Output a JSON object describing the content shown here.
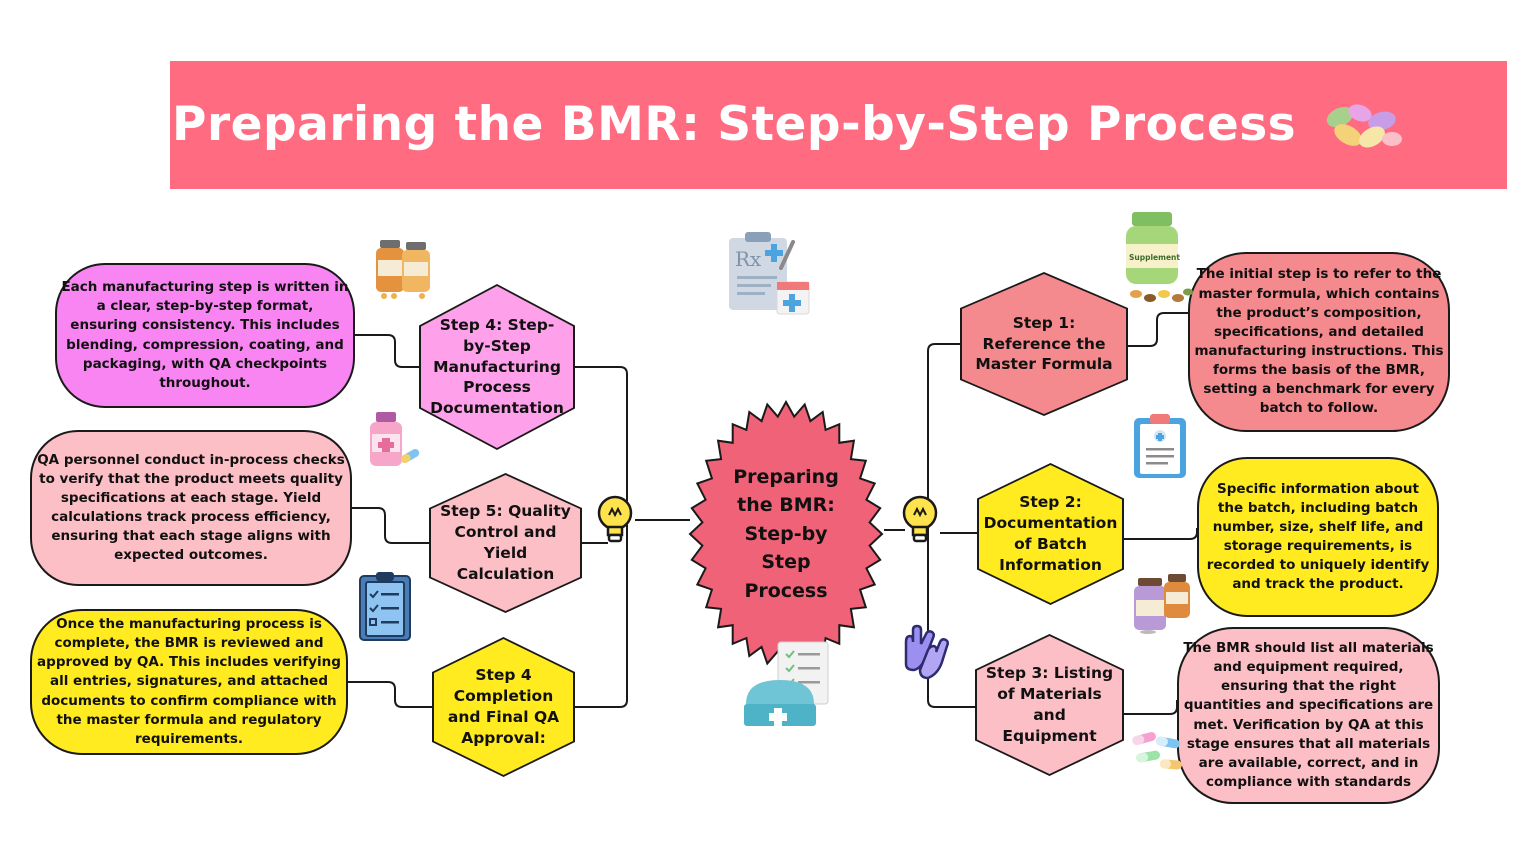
{
  "title": "Preparing the BMR: Step-by-Step Process",
  "center": "Preparing the BMR: Step-by Step Process",
  "steps": {
    "s1": {
      "label": "Step 1: Reference the Master Formula",
      "desc": "The initial step is to refer to the master formula, which contains the product’s composition, specifications, and detailed manufacturing instructions. This forms the basis of the BMR, setting a benchmark for every batch to follow."
    },
    "s2": {
      "label": "Step 2: Documentation of Batch Information",
      "desc": "Specific information about the batch, including batch number, size, shelf life, and storage requirements, is recorded to uniquely identify and track the product."
    },
    "s3": {
      "label": "Step 3: Listing of Materials and Equipment",
      "desc": "The BMR should list all materials and equipment required, ensuring that the right quantities and specifications are met. Verification by QA at this stage ensures that all materials are available, correct, and in compliance with standards"
    },
    "s4": {
      "label": "Step 4: Step-by-Step Manufacturing Process Documentation",
      "desc": "Each manufacturing step is written in a clear, step-by-step format, ensuring consistency. This includes blending, compression, coating, and packaging, with QA checkpoints throughout."
    },
    "s5": {
      "label": "Step 5: Quality Control and Yield Calculation",
      "desc": "QA personnel conduct in-process checks to verify that the product meets quality specifications at each stage. Yield calculations track process efficiency, ensuring that each stage aligns with expected outcomes."
    },
    "s6": {
      "label": "Step 4 Completion and Final QA Approval:",
      "desc": "Once the manufacturing process is complete, the BMR is reviewed and approved by QA. This includes verifying all entries, signatures, and attached documents to confirm compliance with the master formula and regulatory requirements."
    }
  },
  "supplement_label": "Supplement",
  "rx_label": "Rx",
  "colors": {
    "banner": "#ff6b81",
    "step1": "#f48a8e",
    "step2": "#ffeb1f",
    "step3": "#fdbfc6",
    "step4": "#ffa0ea",
    "step5": "#fdbfc6",
    "step6": "#ffeb1f",
    "bubble1": "#f48a8e",
    "bubble2": "#ffeb1f",
    "bubble3": "#fdbfc6",
    "bubble4": "#f985f3",
    "bubble5": "#fdbfc6",
    "bubble6": "#ffeb1f",
    "center": "#f06277"
  },
  "icons": [
    "pills-icon",
    "bulb-icon",
    "rx-clipboard-icon",
    "supplement-bottle-icon",
    "medical-clipboard-icon",
    "medicine-jars-icon",
    "gloves-icon",
    "capsules-icon",
    "medicine-bottles-icon",
    "pink-medicine-icon",
    "checklist-icon",
    "nurse-cap-icon"
  ]
}
